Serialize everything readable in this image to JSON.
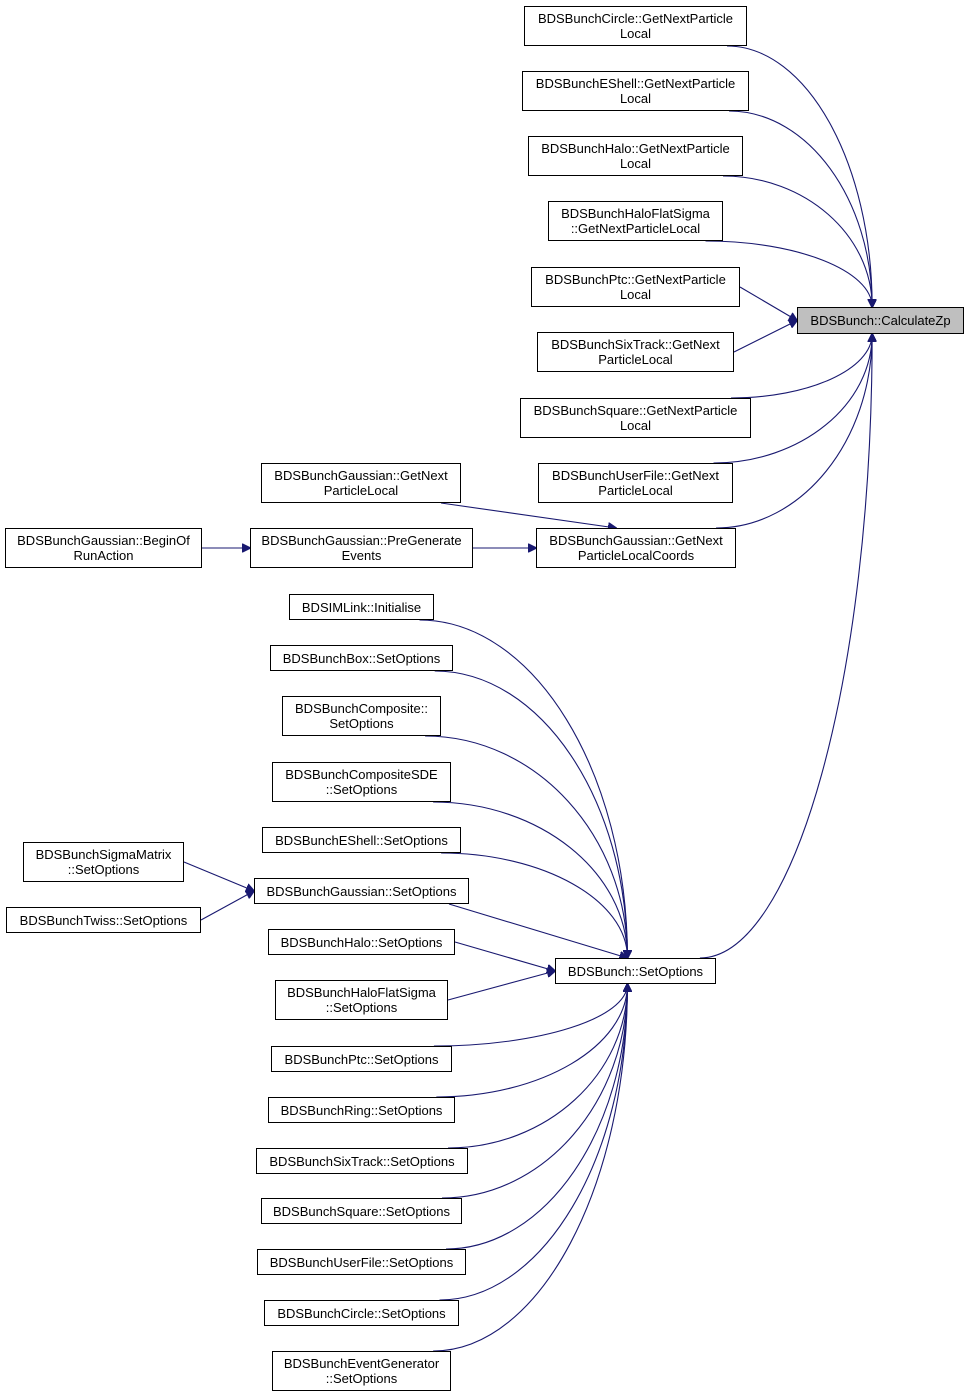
{
  "colors": {
    "edge": "#191970",
    "root_fill": "#bfbfbf",
    "node_fill": "#ffffff",
    "border": "#000000"
  },
  "nodes": {
    "calculate_zp": "BDSBunch::CalculateZp",
    "circle_gnpl": "BDSBunchCircle::GetNextParticle\nLocal",
    "eshell_gnpl": "BDSBunchEShell::GetNextParticle\nLocal",
    "halo_gnpl": "BDSBunchHalo::GetNextParticle\nLocal",
    "haloflat_gnpl": "BDSBunchHaloFlatSigma\n::GetNextParticleLocal",
    "ptc_gnpl": "BDSBunchPtc::GetNextParticle\nLocal",
    "sixtrack_gnpl": "BDSBunchSixTrack::GetNext\nParticleLocal",
    "square_gnpl": "BDSBunchSquare::GetNextParticle\nLocal",
    "userfile_gnpl": "BDSBunchUserFile::GetNext\nParticleLocal",
    "gaussian_gnplc": "BDSBunchGaussian::GetNext\nParticleLocalCoords",
    "gaussian_gnpl": "BDSBunchGaussian::GetNext\nParticleLocal",
    "gaussian_pregen": "BDSBunchGaussian::PreGenerate\nEvents",
    "gaussian_beginrun": "BDSBunchGaussian::BeginOf\nRunAction",
    "bunch_setoptions": "BDSBunch::SetOptions",
    "imlink_init": "BDSIMLink::Initialise",
    "box_so": "BDSBunchBox::SetOptions",
    "composite_so": "BDSBunchComposite::\nSetOptions",
    "compositesde_so": "BDSBunchCompositeSDE\n::SetOptions",
    "eshell_so": "BDSBunchEShell::SetOptions",
    "gaussian_so": "BDSBunchGaussian::SetOptions",
    "sigmamatrix_so": "BDSBunchSigmaMatrix\n::SetOptions",
    "twiss_so": "BDSBunchTwiss::SetOptions",
    "halo_so": "BDSBunchHalo::SetOptions",
    "haloflat_so": "BDSBunchHaloFlatSigma\n::SetOptions",
    "ptc_so": "BDSBunchPtc::SetOptions",
    "ring_so": "BDSBunchRing::SetOptions",
    "sixtrack_so": "BDSBunchSixTrack::SetOptions",
    "square_so": "BDSBunchSquare::SetOptions",
    "userfile_so": "BDSBunchUserFile::SetOptions",
    "circle_so": "BDSBunchCircle::SetOptions",
    "eventgen_so": "BDSBunchEventGenerator\n::SetOptions"
  },
  "edges": [
    [
      "circle_gnpl",
      "calculate_zp"
    ],
    [
      "eshell_gnpl",
      "calculate_zp"
    ],
    [
      "halo_gnpl",
      "calculate_zp"
    ],
    [
      "haloflat_gnpl",
      "calculate_zp"
    ],
    [
      "ptc_gnpl",
      "calculate_zp"
    ],
    [
      "sixtrack_gnpl",
      "calculate_zp"
    ],
    [
      "square_gnpl",
      "calculate_zp"
    ],
    [
      "userfile_gnpl",
      "calculate_zp"
    ],
    [
      "gaussian_gnplc",
      "calculate_zp"
    ],
    [
      "bunch_setoptions",
      "calculate_zp"
    ],
    [
      "gaussian_gnpl",
      "gaussian_gnplc"
    ],
    [
      "gaussian_pregen",
      "gaussian_gnplc"
    ],
    [
      "gaussian_beginrun",
      "gaussian_pregen"
    ],
    [
      "imlink_init",
      "bunch_setoptions"
    ],
    [
      "box_so",
      "bunch_setoptions"
    ],
    [
      "composite_so",
      "bunch_setoptions"
    ],
    [
      "compositesde_so",
      "bunch_setoptions"
    ],
    [
      "eshell_so",
      "bunch_setoptions"
    ],
    [
      "gaussian_so",
      "bunch_setoptions"
    ],
    [
      "halo_so",
      "bunch_setoptions"
    ],
    [
      "haloflat_so",
      "bunch_setoptions"
    ],
    [
      "ptc_so",
      "bunch_setoptions"
    ],
    [
      "ring_so",
      "bunch_setoptions"
    ],
    [
      "sixtrack_so",
      "bunch_setoptions"
    ],
    [
      "square_so",
      "bunch_setoptions"
    ],
    [
      "userfile_so",
      "bunch_setoptions"
    ],
    [
      "circle_so",
      "bunch_setoptions"
    ],
    [
      "eventgen_so",
      "bunch_setoptions"
    ],
    [
      "sigmamatrix_so",
      "gaussian_so"
    ],
    [
      "twiss_so",
      "gaussian_so"
    ]
  ]
}
